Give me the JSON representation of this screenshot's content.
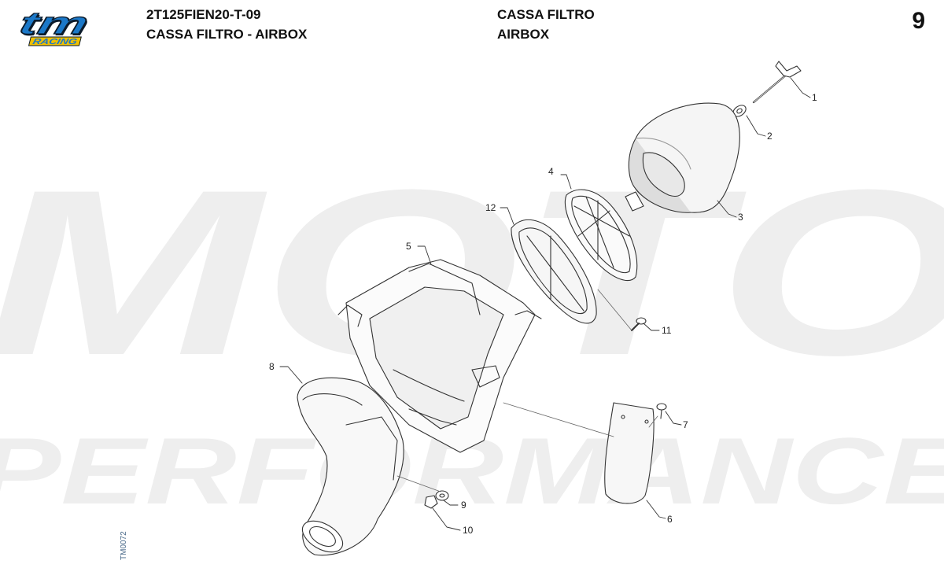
{
  "header": {
    "logo": {
      "brand": "tm",
      "sub": "RACING",
      "color": "#1b78c8",
      "shadow": "#0b1a2a",
      "accent": "#f0c000"
    },
    "code": "2T125FIEN20-T-09",
    "title_it_line": "CASSA FILTRO - AIRBOX",
    "title_it": "CASSA FILTRO",
    "title_en": "AIRBOX",
    "page_number": "9"
  },
  "watermark": {
    "line1": "MOTO",
    "line2": "PERFORMANCE",
    "color": "#eeeeee"
  },
  "drawing_code": "TM0072",
  "callouts": [
    {
      "num": "1"
    },
    {
      "num": "2"
    },
    {
      "num": "3"
    },
    {
      "num": "4"
    },
    {
      "num": "5"
    },
    {
      "num": "6"
    },
    {
      "num": "7"
    },
    {
      "num": "8"
    },
    {
      "num": "9"
    },
    {
      "num": "10"
    },
    {
      "num": "11"
    },
    {
      "num": "12"
    }
  ]
}
